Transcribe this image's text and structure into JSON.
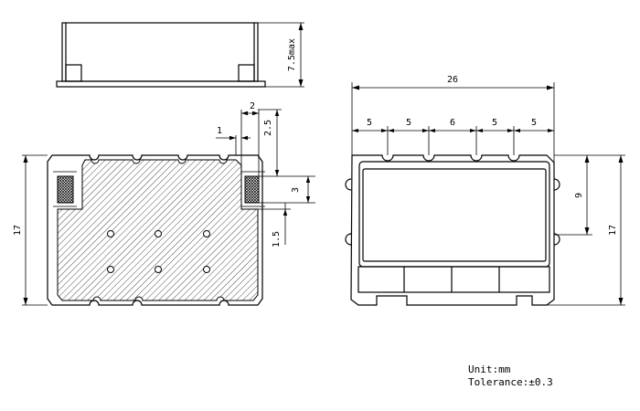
{
  "dimensions": {
    "height_max": "7.5max",
    "overall_width": "26",
    "segment_1": "5",
    "segment_2": "5",
    "segment_3": "6",
    "segment_4": "5",
    "segment_5": "5",
    "height_left": "17",
    "height_right": "17",
    "window_height": "9",
    "pad_1": "1",
    "pad_2": "2",
    "pad_offset": "2.5",
    "pad_height": "3",
    "pad_gap": "1.5"
  },
  "notes": {
    "unit": "Unit:mm",
    "tolerance": "Tolerance:±0.3"
  }
}
